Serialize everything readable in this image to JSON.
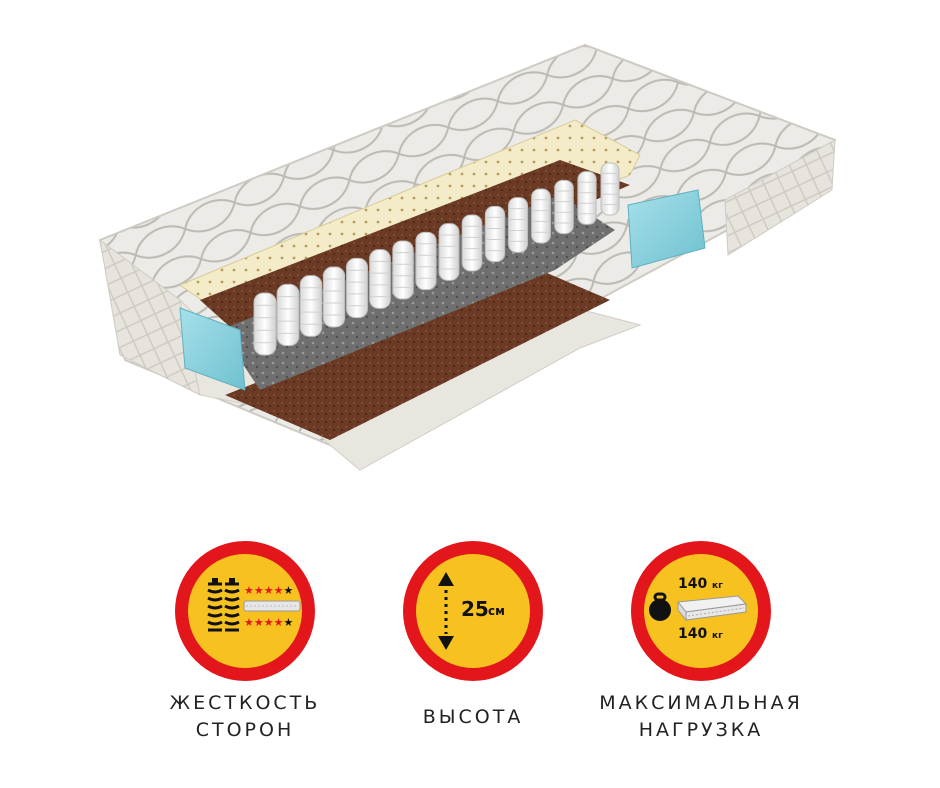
{
  "features": [
    {
      "id": "side-firmness",
      "icon": "springs-stars-icon",
      "label_lines": [
        "ЖЕСТКОСТЬ",
        "СТОРОН"
      ]
    },
    {
      "id": "height",
      "icon": "height-arrow-icon",
      "value": "25",
      "unit": "см",
      "label_lines": [
        "ВЫСОТА"
      ]
    },
    {
      "id": "max-load",
      "icon": "weight-mattress-icon",
      "top_value": "140",
      "top_unit": "кг",
      "bottom_value": "140",
      "bottom_unit": "кг",
      "label_lines": [
        "МАКСИМАЛЬНАЯ",
        "НАГРУЗКА"
      ]
    }
  ],
  "colors": {
    "badge_ring": "#e3161b",
    "badge_fill": "#f7c21f",
    "star": "#e3161b",
    "coconut": "#6b3a24",
    "latex": "#f4ecc8",
    "foam_blue": "#8fd3df",
    "spring": "#f2f2f2"
  }
}
